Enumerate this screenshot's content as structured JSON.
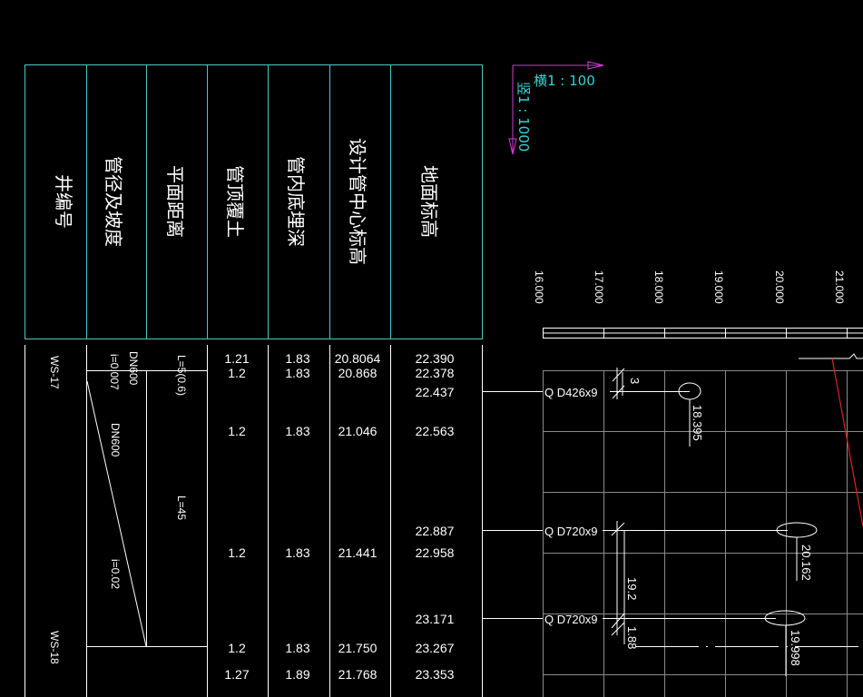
{
  "header_labels": [
    "井编号",
    "管径及坡度",
    "平面距离",
    "管顶覆土",
    "管内底埋深",
    "设计管中心标高",
    "地面标高"
  ],
  "scale": {
    "horizontal": "横1 : 100",
    "vertical": "竖1 : 1000"
  },
  "axis_ticks": [
    "16.000",
    "17.000",
    "18.000",
    "19.000",
    "20.000",
    "21.000"
  ],
  "wells": [
    "WS-17",
    "WS-18"
  ],
  "pipe_labels": {
    "dn_top": "DN600",
    "slope_top": "i=0.007",
    "dn_mid": "DN600",
    "slope_mid": "i=0.02",
    "dist_top": "L=5(0.6)",
    "dist_mid": "L=45"
  },
  "rows": [
    {
      "cover": "1.21",
      "depth": "1.83",
      "center": "20.8064",
      "ground": "22.390"
    },
    {
      "cover": "1.2",
      "depth": "1.83",
      "center": "20.868",
      "ground": "22.378"
    },
    {
      "cover": "",
      "depth": "",
      "center": "",
      "ground": "22.437"
    },
    {
      "cover": "1.2",
      "depth": "1.83",
      "center": "21.046",
      "ground": "22.563"
    },
    {
      "cover": "",
      "depth": "",
      "center": "",
      "ground": "22.887"
    },
    {
      "cover": "1.2",
      "depth": "1.83",
      "center": "21.441",
      "ground": "22.958"
    },
    {
      "cover": "",
      "depth": "",
      "center": "",
      "ground": "23.171"
    },
    {
      "cover": "1.2",
      "depth": "1.83",
      "center": "21.750",
      "ground": "23.267"
    },
    {
      "cover": "1.27",
      "depth": "1.89",
      "center": "21.768",
      "ground": "23.353"
    }
  ],
  "crossings": [
    {
      "label": "Q D426x9",
      "elev": "18.395",
      "dim": "3"
    },
    {
      "label": "Q D720x9",
      "elev": "20.162",
      "dim": "19.2"
    },
    {
      "label": "Q D720x9",
      "elev": "19.998",
      "dim": "1.88"
    }
  ],
  "colors": {
    "frame": "#4fc7c7",
    "line": "#ffffff",
    "grid": "#8a8a8a",
    "scale": "#3ad1d1",
    "arrow": "#d43bd4",
    "profile": "#e02020"
  }
}
